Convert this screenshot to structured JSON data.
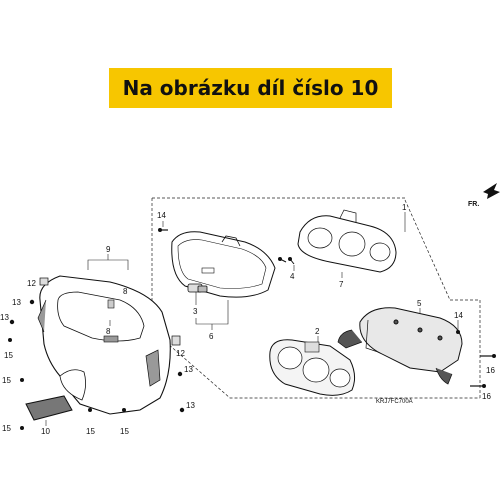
{
  "banner": {
    "text": "Na obrázku díl číslo 10"
  },
  "diagram": {
    "direction_label": "FR.",
    "code": "KRJ7FC700A",
    "callouts": {
      "c1": "1",
      "c2": "2",
      "c3": "3",
      "c4": "4",
      "c5": "5",
      "c6": "6",
      "c7": "7",
      "c8a": "8",
      "c8b": "8",
      "c9": "9",
      "c10": "10",
      "c12a": "12",
      "c12b": "12",
      "c13a": "13",
      "c13b": "13",
      "c13c": "13",
      "c13d": "13",
      "c14a": "14",
      "c14b": "14",
      "c15a": "15",
      "c15b": "15",
      "c15c": "15",
      "c15d": "15",
      "c15e": "15",
      "c16a": "16",
      "c16b": "16"
    }
  }
}
